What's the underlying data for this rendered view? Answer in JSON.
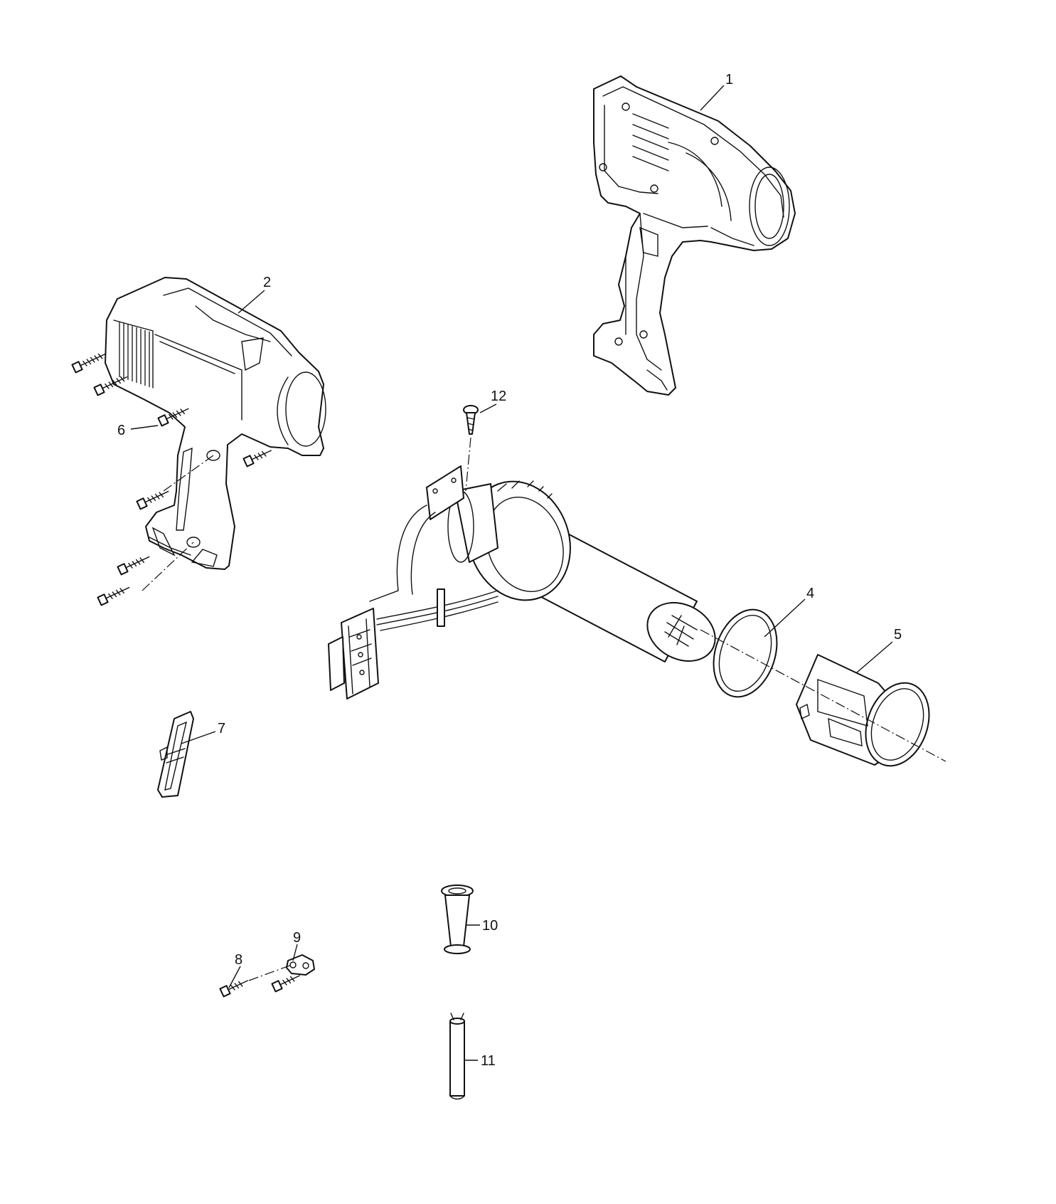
{
  "callouts": {
    "c1": "1",
    "c2": "2",
    "c4": "4",
    "c5": "5",
    "c6": "6",
    "c7": "7",
    "c8": "8",
    "c9": "9",
    "c10": "10",
    "c11": "11",
    "c12": "12"
  },
  "colors": {
    "line": "#111111",
    "background": "#ffffff"
  }
}
